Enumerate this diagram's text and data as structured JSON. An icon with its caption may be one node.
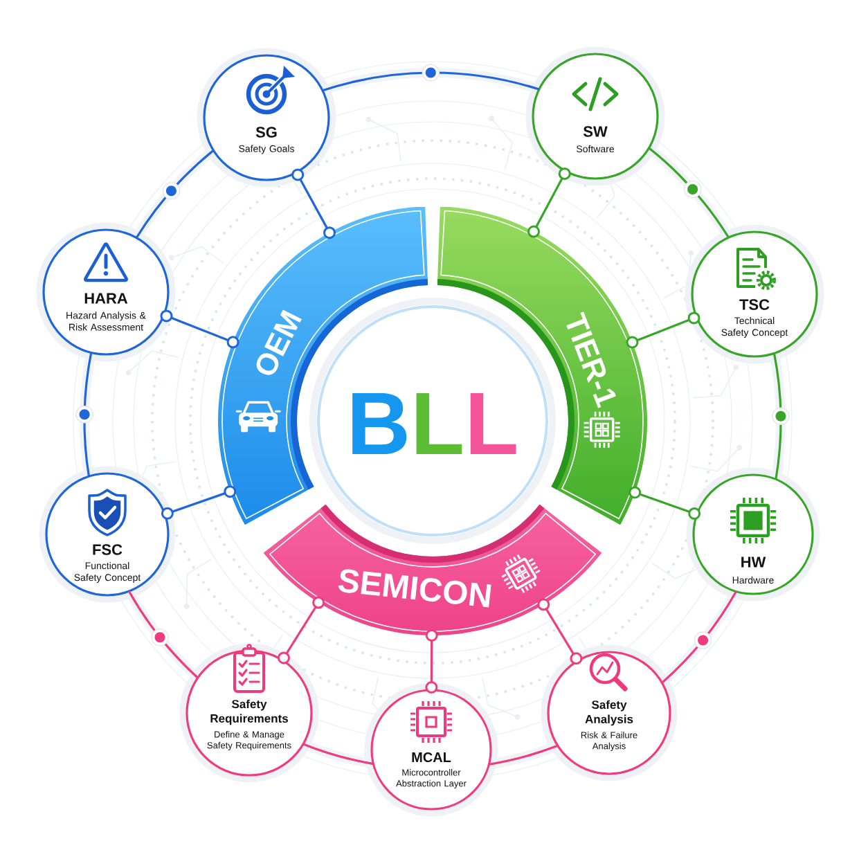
{
  "diagram": {
    "nodes": [
      {
        "text": [
          "SG",
          "Safety Goals"
        ]
      },
      {
        "text": [
          "SW",
          "Software"
        ]
      },
      {
        "text": [
          "HARA",
          "Hazard Analysis & Risk Assessment"
        ]
      },
      {
        "text": [
          "OEM"
        ]
      },
      {
        "text": [
          "TIER-1"
        ]
      },
      {
        "text": [
          "TSC",
          "Technical Safety Concept"
        ]
      },
      {
        "text": [
          "BLL"
        ]
      },
      {
        "text": [
          "FSC",
          "Functional Safety Concept"
        ]
      },
      {
        "text": [
          "HW",
          "Hardware"
        ]
      },
      {
        "text": [
          "SEMICON"
        ]
      },
      {
        "text": [
          "Safety Requirements",
          "Define & Manage Safety Requirements"
        ]
      },
      {
        "text": [
          "MCAL",
          "Microcontroller Abstraction Layer"
        ]
      },
      {
        "text": [
          "Safety Analysis",
          "Risk & Failure Analysis"
        ]
      }
    ],
    "edges": [
      {
        "from": 3,
        "to": 0,
        "arrow": "other",
        "color": "#1e66da"
      },
      {
        "from": 3,
        "to": 2,
        "arrow": "other",
        "color": "#1e66da"
      },
      {
        "from": 3,
        "to": 7,
        "arrow": "other",
        "color": "#1e66da"
      },
      {
        "from": 4,
        "to": 1,
        "arrow": "other",
        "color": "#37a628"
      },
      {
        "from": 4,
        "to": 5,
        "arrow": "other",
        "color": "#37a628"
      },
      {
        "from": 4,
        "to": 8,
        "arrow": "other",
        "color": "#37a628"
      },
      {
        "from": 9,
        "to": 10,
        "arrow": "other",
        "color": "#ef3c7e"
      },
      {
        "from": 9,
        "to": 11,
        "arrow": "other",
        "color": "#ef3c7e"
      },
      {
        "from": 9,
        "to": 12,
        "arrow": "other",
        "color": "#ef3c7e"
      },
      {
        "from": 0,
        "to": 1,
        "arrow": "none",
        "color": "#1e66da"
      },
      {
        "from": 1,
        "to": 5,
        "arrow": "none",
        "color": "#37a628"
      },
      {
        "from": 5,
        "to": 8,
        "arrow": "none",
        "color": "#37a628"
      },
      {
        "from": 8,
        "to": 12,
        "arrow": "none",
        "color": "#ef3c7e"
      },
      {
        "from": 12,
        "to": 11,
        "arrow": "none",
        "color": "#ef3c7e"
      },
      {
        "from": 11,
        "to": 10,
        "arrow": "none",
        "color": "#ef3c7e"
      },
      {
        "from": 10,
        "to": 7,
        "arrow": "none",
        "color": "#ef3c7e"
      },
      {
        "from": 7,
        "to": 2,
        "arrow": "none",
        "color": "#1e66da"
      },
      {
        "from": 2,
        "to": 0,
        "arrow": "none",
        "color": "#1e66da"
      }
    ]
  }
}
